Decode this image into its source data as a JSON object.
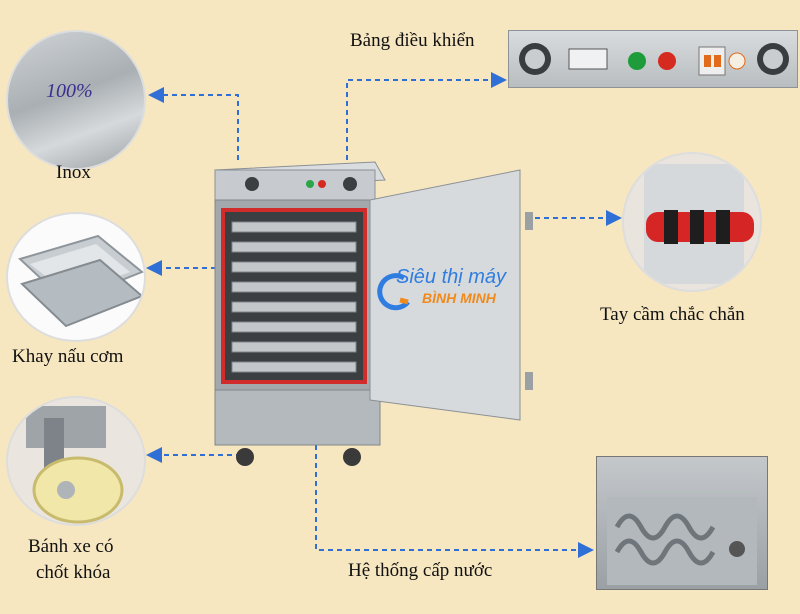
{
  "callouts": {
    "inox": {
      "label": "Inox",
      "badge": "100%"
    },
    "tray": {
      "label": "Khay nấu cơm"
    },
    "wheel": {
      "label_line1": "Bánh xe có",
      "label_line2": "chốt khóa"
    },
    "control_panel": {
      "label": "Bảng điều khiển"
    },
    "handle": {
      "label": "Tay cầm chắc chắn"
    },
    "water": {
      "label": "Hệ thống cấp nước"
    }
  },
  "watermark": {
    "line1": "Siêu thị máy",
    "line2": "BÌNH MINH"
  },
  "colors": {
    "background": "#f7e7c0",
    "arrow": "#2f6fd6",
    "watermark": "#2f7de0",
    "watermark_accent": "#f08a1c"
  }
}
